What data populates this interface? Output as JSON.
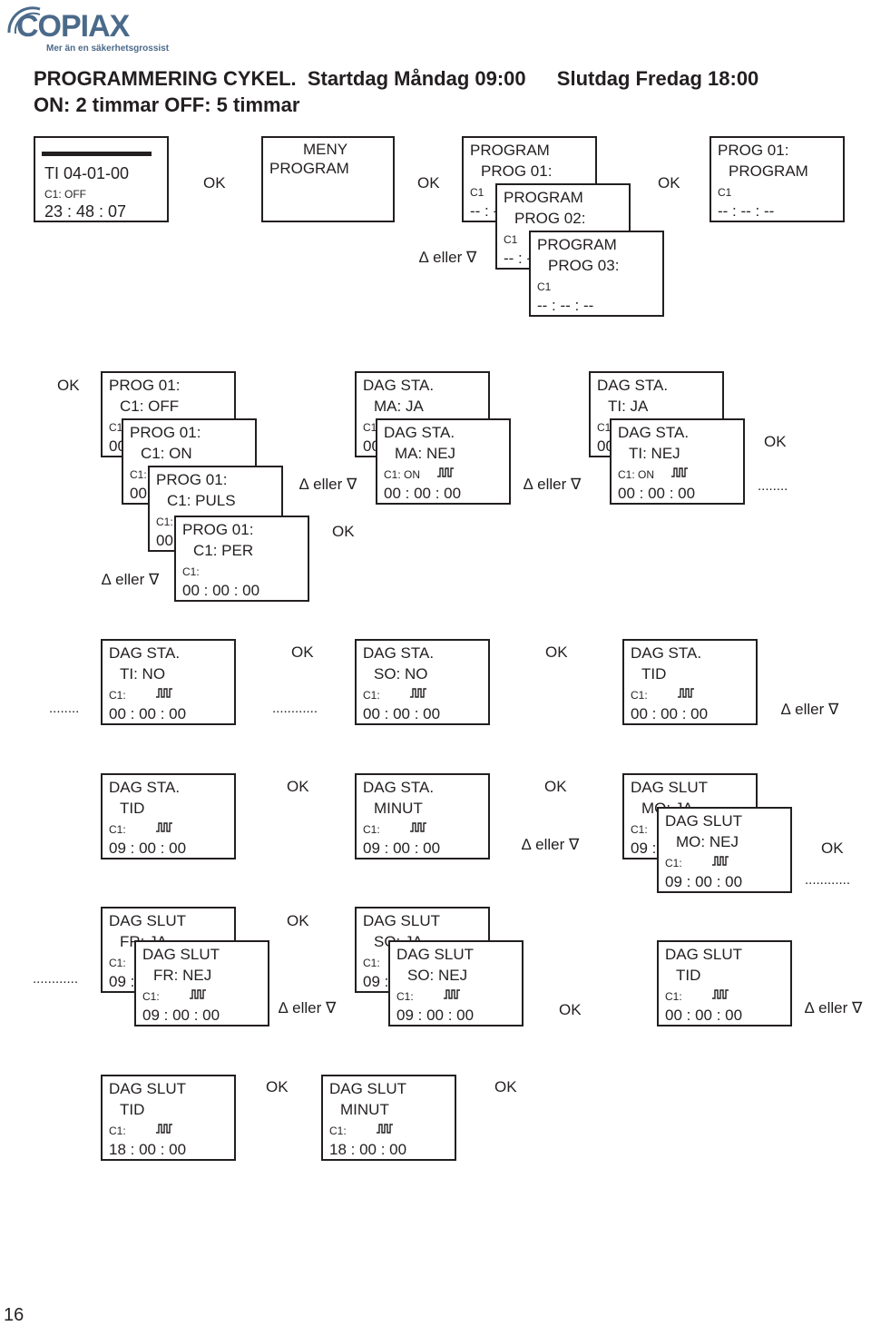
{
  "brand": {
    "name": "COPIAX",
    "tagline": "Mer än en säkerhetsgrossist"
  },
  "heading": {
    "line1_left": "PROGRAMMERING CYKEL.",
    "line1_mid": "Startdag Måndag 09:00",
    "line1_right": "Slutdag Fredag 18:00",
    "line2": "ON: 2 timmar  OFF: 5 timmar"
  },
  "labels": {
    "ok": "OK",
    "nav": "∆ eller ∇",
    "dots_short": "........",
    "dots_long": "............"
  },
  "screens": {
    "s1": {
      "l1": "TI 04-01-00",
      "l2": "C1: OFF",
      "l3": "23 : 48 : 07"
    },
    "s2": {
      "l1": "MENY",
      "l2": "PROGRAM"
    },
    "s3a": {
      "l1": "PROGRAM",
      "l2": "PROG 01:",
      "l3": "C1",
      "l4": "-- : -"
    },
    "s3b": {
      "l1": "PROGRAM",
      "l2": "PROG 02:",
      "l3": "C1",
      "l4": "-- : -"
    },
    "s3c": {
      "l1": "PROGRAM",
      "l2": "PROG 03:",
      "l3": "C1",
      "l4": "-- : -- : --"
    },
    "s4": {
      "l1": "PROG 01:",
      "l2": "PROGRAM",
      "l3": "C1",
      "l4": "-- : -- : --"
    },
    "p1": {
      "l1": "PROG 01:",
      "l2": "C1: OFF",
      "l3": "C1",
      "l4": "00"
    },
    "p2": {
      "l1": "PROG 01:",
      "l2": "C1: ON",
      "l3": "C1:",
      "l4": "00"
    },
    "p3": {
      "l1": "PROG 01:",
      "l2": "C1: PULS",
      "l3": "C1:",
      "l4": "00"
    },
    "p4": {
      "l1": "PROG 01:",
      "l2": "C1: PER",
      "l3": "C1:",
      "l4": "00 : 00 : 00"
    },
    "d1a": {
      "l1": "DAG STA.",
      "l2": "MA: JA",
      "l3": "C1",
      "l4": "00"
    },
    "d1b": {
      "l1": "DAG STA.",
      "l2": "MA: NEJ",
      "l3": "C1: ON",
      "l4": "00 : 00 : 00"
    },
    "d2a": {
      "l1": "DAG STA.",
      "l2": "TI: JA",
      "l3": "C1",
      "l4": "00"
    },
    "d2b": {
      "l1": "DAG STA.",
      "l2": "TI: NEJ",
      "l3": "C1: ON",
      "l4": "00 : 00 : 00"
    },
    "r3a": {
      "l1": "DAG STA.",
      "l2": "TI: NO",
      "l3": "C1:",
      "l4": "00 : 00 : 00"
    },
    "r3b": {
      "l1": "DAG STA.",
      "l2": "SO: NO",
      "l3": "C1:",
      "l4": "00 : 00 : 00"
    },
    "r3c": {
      "l1": "DAG STA.",
      "l2": "TID",
      "l3": "C1:",
      "l4": "00 : 00 : 00"
    },
    "r4a": {
      "l1": "DAG STA.",
      "l2": "TID",
      "l3": "C1:",
      "l4": "09 : 00 : 00"
    },
    "r4b": {
      "l1": "DAG STA.",
      "l2": "MINUT",
      "l3": "C1:",
      "l4": "09 : 00 : 00"
    },
    "r4c": {
      "l1": "DAG SLUT",
      "l2": "MO: JA",
      "l3": "C1:",
      "l4": "09 :"
    },
    "r4d": {
      "l1": "DAG SLUT",
      "l2": "MO: NEJ",
      "l3": "C1:",
      "l4": "09 : 00 : 00"
    },
    "r5a": {
      "l1": "DAG SLUT",
      "l2": "FR: JA",
      "l3": "C1:",
      "l4": "09 :"
    },
    "r5b": {
      "l1": "DAG SLUT",
      "l2": "FR: NEJ",
      "l3": "C1:",
      "l4": "09 : 00 : 00"
    },
    "r5c": {
      "l1": "DAG SLUT",
      "l2": "SO: JA",
      "l3": "C1:",
      "l4": "09 :"
    },
    "r5d": {
      "l1": "DAG SLUT",
      "l2": "SO: NEJ",
      "l3": "C1:",
      "l4": "09 : 00 : 00"
    },
    "r5e": {
      "l1": "DAG SLUT",
      "l2": "TID",
      "l3": "C1:",
      "l4": "00 : 00 : 00"
    },
    "r6a": {
      "l1": "DAG SLUT",
      "l2": "TID",
      "l3": "C1:",
      "l4": "18 : 00 : 00"
    },
    "r6b": {
      "l1": "DAG SLUT",
      "l2": "MINUT",
      "l3": "C1:",
      "l4": "18 : 00 : 00"
    }
  },
  "page_number": "16"
}
